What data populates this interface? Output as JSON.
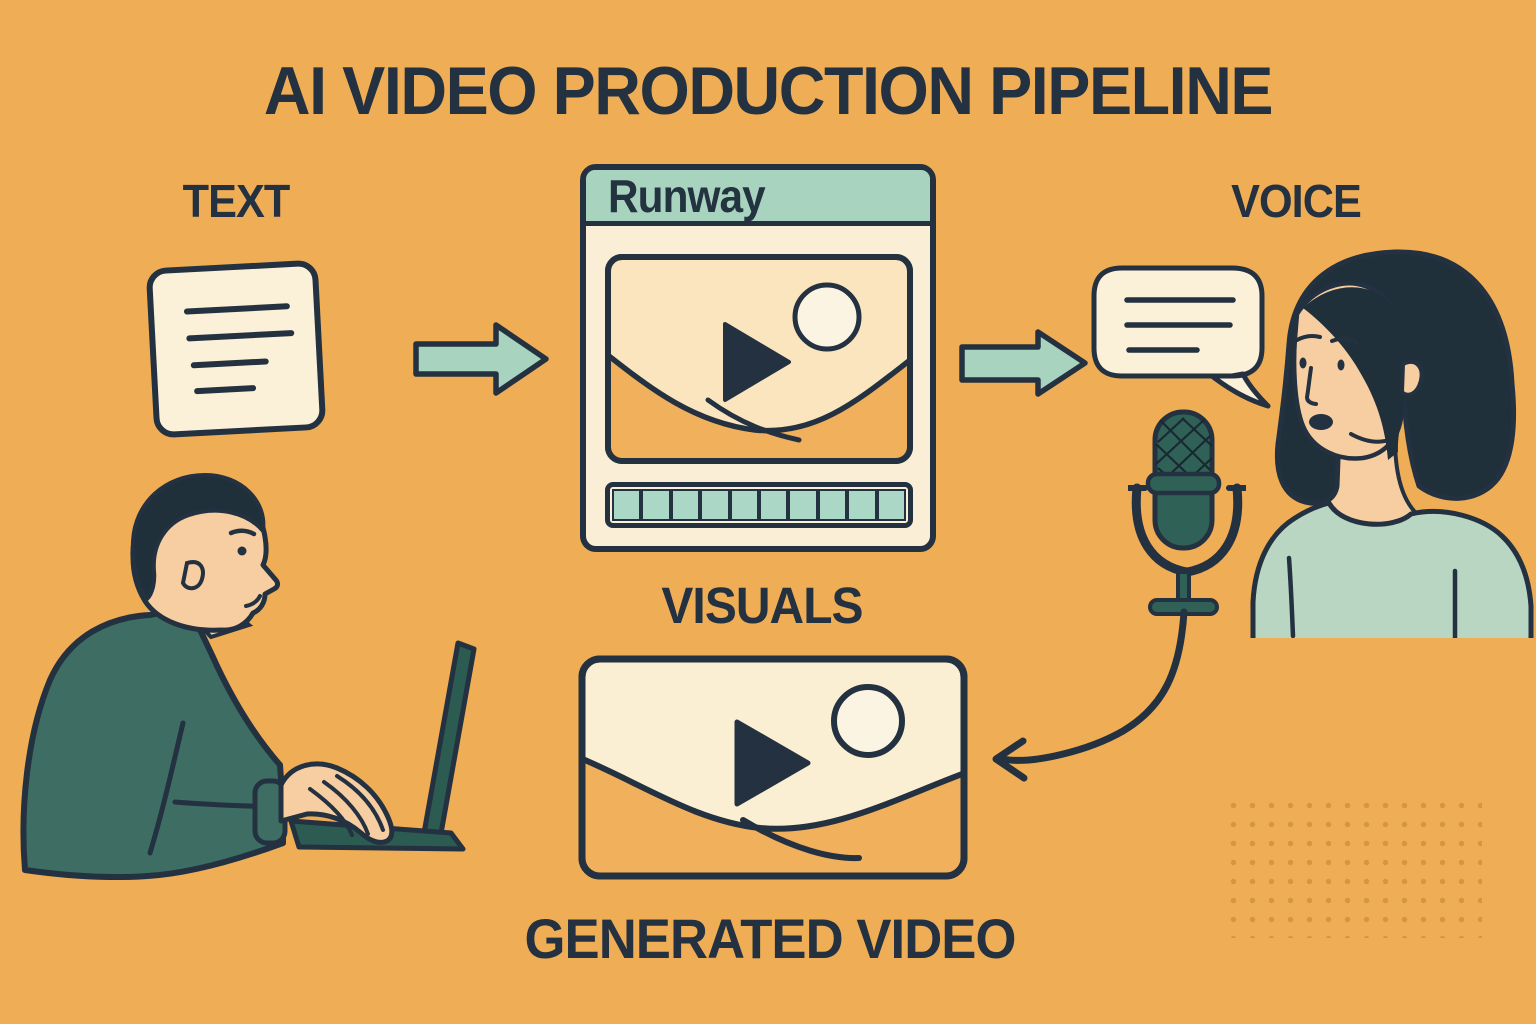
{
  "title": "AI VIDEO PRODUCTION PIPELINE",
  "stages": {
    "input_label": "TEXT",
    "tool_window_title": "Runway",
    "tool_label": "VISUALS",
    "voice_label": "VOICE",
    "output_label": "GENERATED VIDEO"
  },
  "filmstrip": {
    "frame_count": 10
  },
  "icons": {
    "note": "note-icon",
    "flow_arrows": "flow-arrow-icon",
    "speech_bubble": "speech-bubble-icon",
    "microphone": "microphone-icon",
    "curved_arrow": "curved-arrow-icon",
    "play": "play-icon",
    "sun": "sun-icon",
    "man": "man-typing-illustration",
    "woman": "woman-speaking-illustration",
    "dots": "dot-grid-pattern"
  },
  "colors": {
    "background": "#EFAD55",
    "ink": "#233140",
    "cream": "#FBF0D8",
    "panel_peach": "#FAE5BE",
    "amber_hill": "#F1B05C",
    "teal_light": "#A7D3BF",
    "teal_deep": "#306156",
    "sweater_green": "#3E6E63",
    "laptop_green": "#2C5B52",
    "skin": "#F7CEA1",
    "mint_top": "#B9D6C3",
    "hair": "#20303B"
  }
}
